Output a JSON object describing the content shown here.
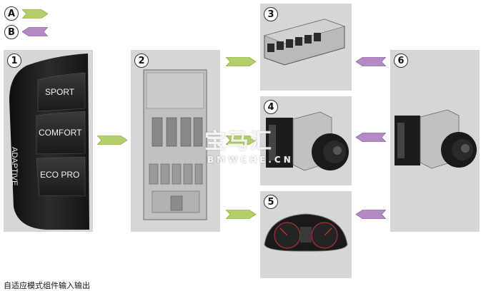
{
  "legend": {
    "a": {
      "label": "A",
      "color": "#b4cf6a"
    },
    "b": {
      "label": "B",
      "color": "#b48ac4"
    }
  },
  "badges": {
    "n1": "1",
    "n2": "2",
    "n3": "3",
    "n4": "4",
    "n5": "5",
    "n6": "6"
  },
  "switch": {
    "vertical_label": "ADAPTIVE",
    "modes": [
      "SPORT",
      "COMFORT",
      "ECO PRO"
    ]
  },
  "watermark": {
    "main": "宝马汇",
    "url": "BMWCHE.CN"
  },
  "caption": "自适应模式组件输入输出",
  "icons": {
    "a_arrow": "green-arrow-right-icon",
    "b_arrow": "purple-arrow-left-icon"
  }
}
